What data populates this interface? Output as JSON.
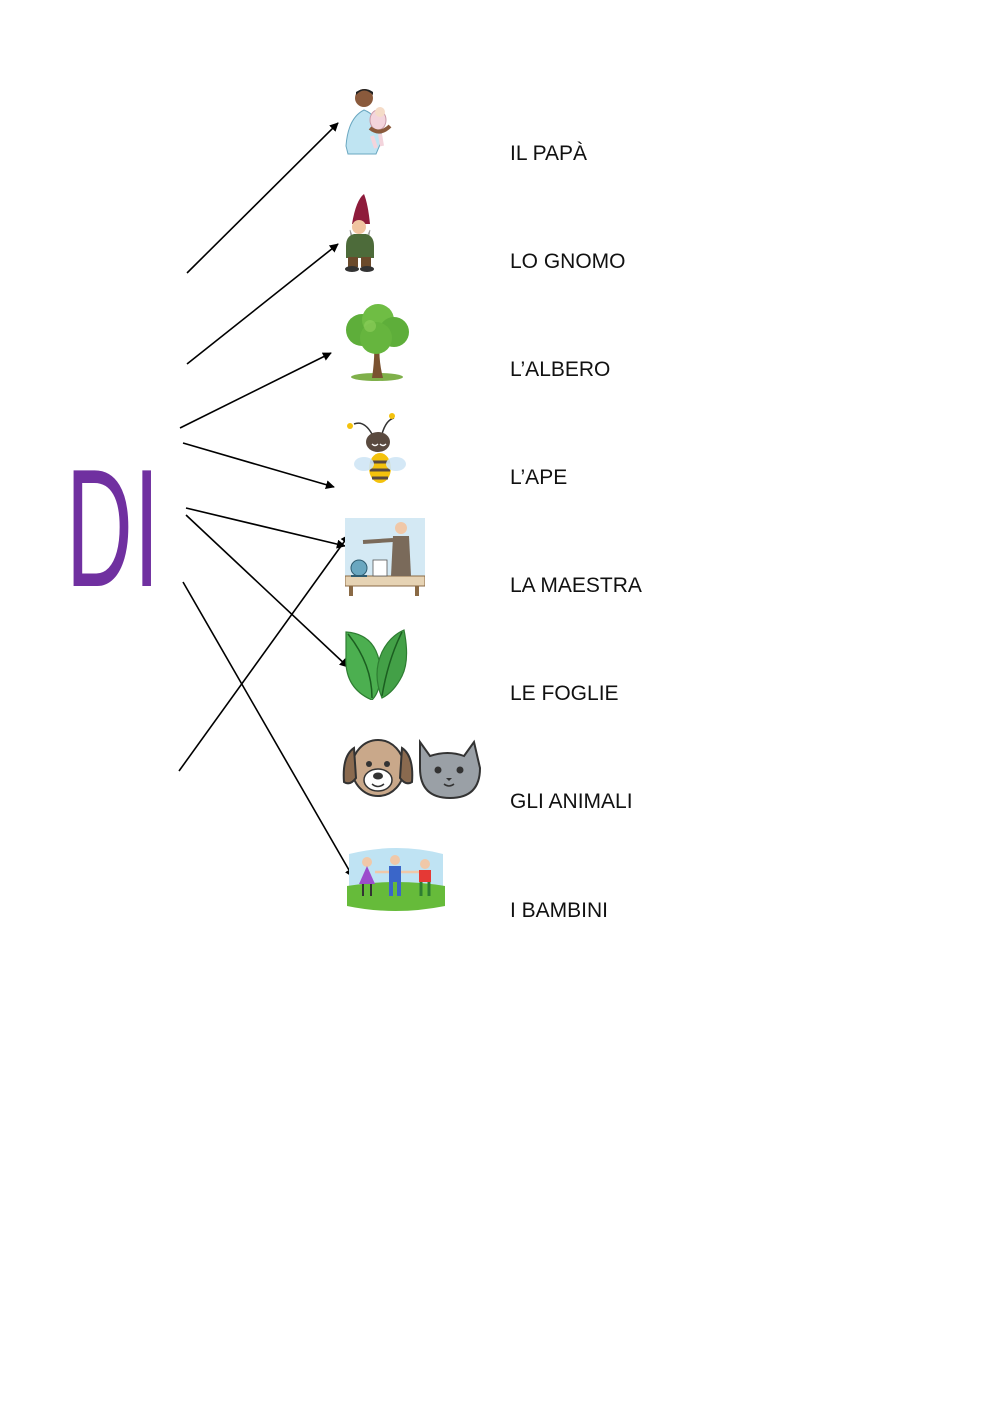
{
  "main_word": "DI",
  "accent_color": "#7030a0",
  "items": [
    {
      "label": "IL PAPÀ",
      "icon": "father-holding-baby-icon"
    },
    {
      "label": "LO GNOMO",
      "icon": "gnome-icon"
    },
    {
      "label": "L’ALBERO",
      "icon": "tree-icon"
    },
    {
      "label": "L’APE",
      "icon": "bee-icon"
    },
    {
      "label": "LA MAESTRA",
      "icon": "teacher-icon"
    },
    {
      "label": "LE FOGLIE",
      "icon": "leaves-icon"
    },
    {
      "label": "GLI ANIMALI",
      "icon": "dog-and-cat-icon"
    },
    {
      "label": "I BAMBINI",
      "icon": "children-icon"
    }
  ]
}
